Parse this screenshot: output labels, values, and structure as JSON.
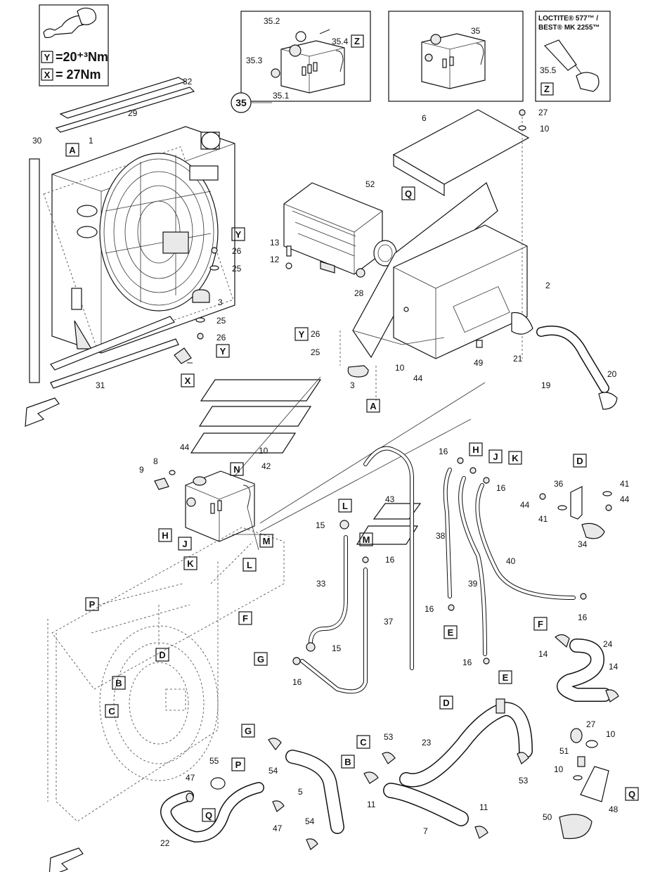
{
  "legend_torque": {
    "y_letter": "Y",
    "y_text": "=20⁺³Nm",
    "x_letter": "X",
    "x_text": "= 27Nm"
  },
  "inset_loctite": {
    "line1": "LOCTITE® 577™ /",
    "line2": "BEST® MK 2255™",
    "part": "35.5",
    "letter": "Z"
  },
  "inset_tank_exploded": {
    "parts": [
      "35.2",
      "35.4",
      "35.3",
      "35.1"
    ],
    "letter": "Z",
    "callout": "35"
  },
  "inset_tank": {
    "part": "35"
  },
  "labels": [
    "32",
    "29",
    "30",
    "1",
    "27",
    "10",
    "6",
    "52",
    "13",
    "12",
    "28",
    "2",
    "26",
    "25",
    "3",
    "25",
    "26",
    "26",
    "25",
    "10",
    "44",
    "49",
    "21",
    "20",
    "19",
    "31",
    "3",
    "44",
    "10",
    "42",
    "9",
    "8",
    "16",
    "16",
    "16",
    "36",
    "41",
    "44",
    "41",
    "44",
    "34",
    "43",
    "15",
    "38",
    "40",
    "16",
    "33",
    "39",
    "37",
    "16",
    "15",
    "16",
    "16",
    "24",
    "14",
    "14",
    "23",
    "53",
    "53",
    "11",
    "11",
    "7",
    "27",
    "10",
    "51",
    "10",
    "48",
    "50",
    "55",
    "47",
    "5",
    "54",
    "54",
    "47",
    "22"
  ],
  "letter_boxes": [
    "A",
    "Q",
    "Y",
    "Y",
    "X",
    "Y",
    "A",
    "N",
    "L",
    "M",
    "M",
    "H",
    "J",
    "K",
    "D",
    "H",
    "J",
    "K",
    "L",
    "P",
    "F",
    "D",
    "G",
    "B",
    "C",
    "E",
    "F",
    "E",
    "D",
    "G",
    "C",
    "B",
    "P",
    "Q",
    "Q"
  ]
}
